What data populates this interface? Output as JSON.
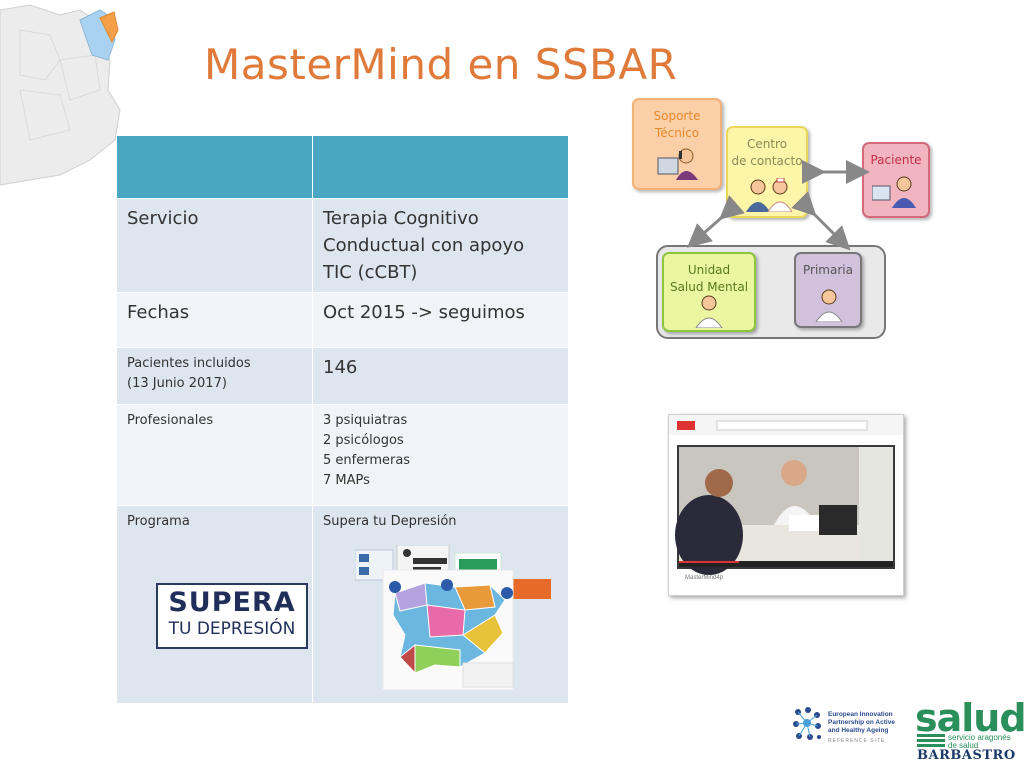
{
  "title": "MasterMind en SSBAR",
  "table": {
    "rows": [
      {
        "label": "Servicio",
        "value_lines": [
          "Terapia Cognitivo",
          "Conductual con apoyo",
          "TIC (cCBT)"
        ]
      },
      {
        "label": "Fechas",
        "value_lines": [
          "Oct 2015 -> seguimos"
        ]
      },
      {
        "label_lines": [
          "Pacientes incluidos",
          "(13 Junio 2017)"
        ],
        "value_lines": [
          "146"
        ]
      },
      {
        "label": "Profesionales",
        "value_lines": [
          "3 psiquiatras",
          "2 psicólogos",
          "5 enfermeras",
          "7 MAPs"
        ]
      },
      {
        "label": "Programa",
        "value_lines": [
          "Supera tu Depresión"
        ]
      }
    ]
  },
  "diagram": {
    "soporte": [
      "Soporte",
      "Técnico"
    ],
    "centro": [
      "Centro",
      "de contacto"
    ],
    "paciente": "Paciente",
    "unidad": [
      "Unidad",
      "Salud Mental"
    ],
    "primaria": "Primaria"
  },
  "video": {
    "caption": "MasterMind4p"
  },
  "logos": {
    "supera_line1": "SUPERA",
    "supera_line2": "TU DEPRESIÓN",
    "eip_lines": [
      "European Innovation",
      "Partnership on Active",
      "and Healthy Ageing"
    ],
    "eip_ref": "REFERENCE SITE",
    "salud_word": "salud",
    "salud_sub": [
      "servicio aragonés",
      "de salud"
    ],
    "salud_city": "BARBASTRO"
  },
  "colors": {
    "title": "#e07a3a",
    "table_header": "#4aa7c4",
    "row_dark": "#dde5ee",
    "row_light": "#f0f3f7",
    "salud_green": "#2a8f5a"
  }
}
